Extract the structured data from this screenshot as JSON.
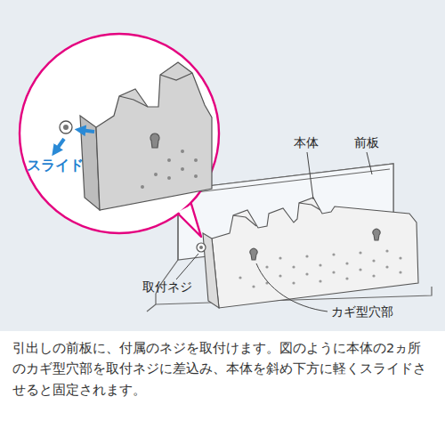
{
  "diagram": {
    "caption": "引出しの前板に、付属のネジを取付けます。図のように本体の2ヵ所のカギ型穴部を取付ネジに差込み、本体を斜め下方に軽くスライドさせると固定されます。",
    "labels": [
      "スライド",
      "本体",
      "前板",
      "取付ネジ",
      "カギ型穴部"
    ]
  }
}
